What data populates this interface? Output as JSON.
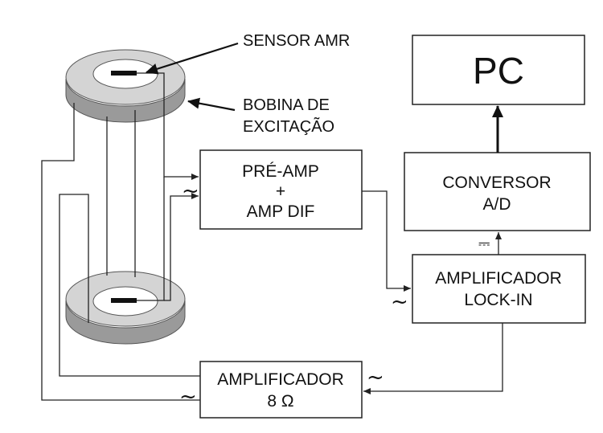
{
  "labels": {
    "sensor": "SENSOR AMR",
    "coil_line1": "BOBINA DE",
    "coil_line2": "EXCITAÇÃO",
    "preamp_line1": "PRÉ-AMP",
    "preamp_line2": "+",
    "preamp_line3": "AMP DIF",
    "pc": "PC",
    "converter_line1": "CONVERSOR",
    "converter_line2": "A/D",
    "lockin_line1": "AMPLIFICADOR",
    "lockin_line2": "LOCK-IN",
    "amp8_line1": "AMPLIFICADOR",
    "amp8_line2": "8 Ω"
  },
  "symbols": {
    "ac": "~",
    "dc": "⎓"
  },
  "colors": {
    "ring_top": "#d4d4d4",
    "ring_side": "#9a9a9a",
    "line": "#222222"
  }
}
